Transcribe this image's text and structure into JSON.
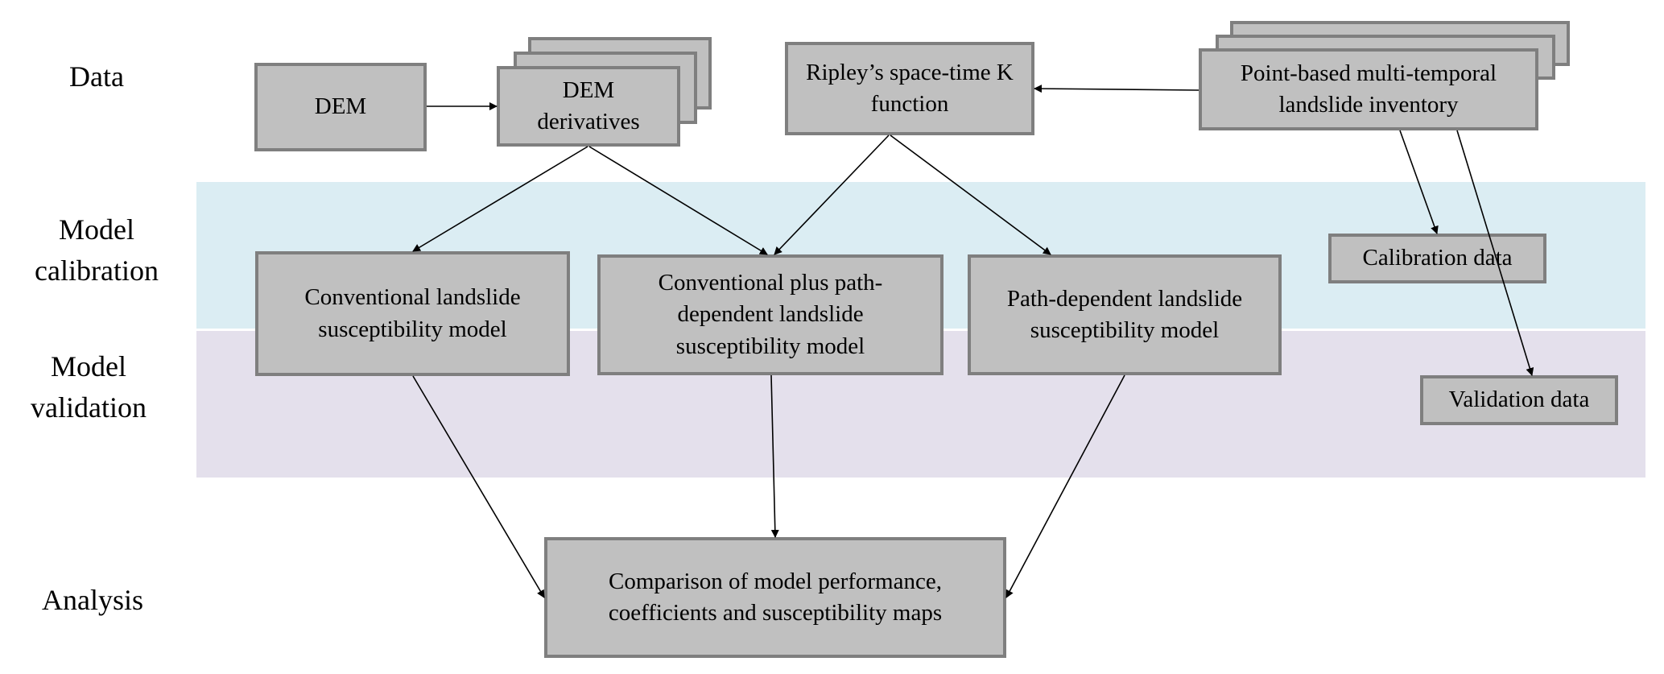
{
  "rows": {
    "data": "Data",
    "calibration": "Model calibration",
    "validation": "Model validation",
    "analysis": "Analysis"
  },
  "boxes": {
    "dem": "DEM",
    "dem_derivatives": "DEM derivatives",
    "ripley": "Ripley’s space-time K function",
    "inventory": "Point-based multi-temporal landslide inventory",
    "calibration_data": "Calibration data",
    "validation_data": "Validation data",
    "conventional": "Conventional landslide susceptibility model",
    "combined": "Conventional plus path-dependent landslide susceptibility model",
    "path_dependent": "Path-dependent landslide susceptibility model",
    "comparison": "Comparison of model performance, coefficients and susceptibility maps"
  },
  "edges": [
    {
      "from": "dem",
      "to": "dem_derivatives"
    },
    {
      "from": "inventory",
      "to": "ripley"
    },
    {
      "from": "dem_derivatives",
      "to": "conventional"
    },
    {
      "from": "dem_derivatives",
      "to": "combined"
    },
    {
      "from": "ripley",
      "to": "combined"
    },
    {
      "from": "ripley",
      "to": "path_dependent"
    },
    {
      "from": "inventory",
      "to": "calibration_data"
    },
    {
      "from": "inventory",
      "to": "validation_data"
    },
    {
      "from": "conventional",
      "to": "comparison"
    },
    {
      "from": "combined",
      "to": "comparison"
    },
    {
      "from": "path_dependent",
      "to": "comparison"
    }
  ],
  "colors": {
    "box_fill": "#c0c0c0",
    "box_border": "#7f7f7f",
    "calibration_band": "#dbedf3",
    "validation_band": "#e4e0ec"
  }
}
